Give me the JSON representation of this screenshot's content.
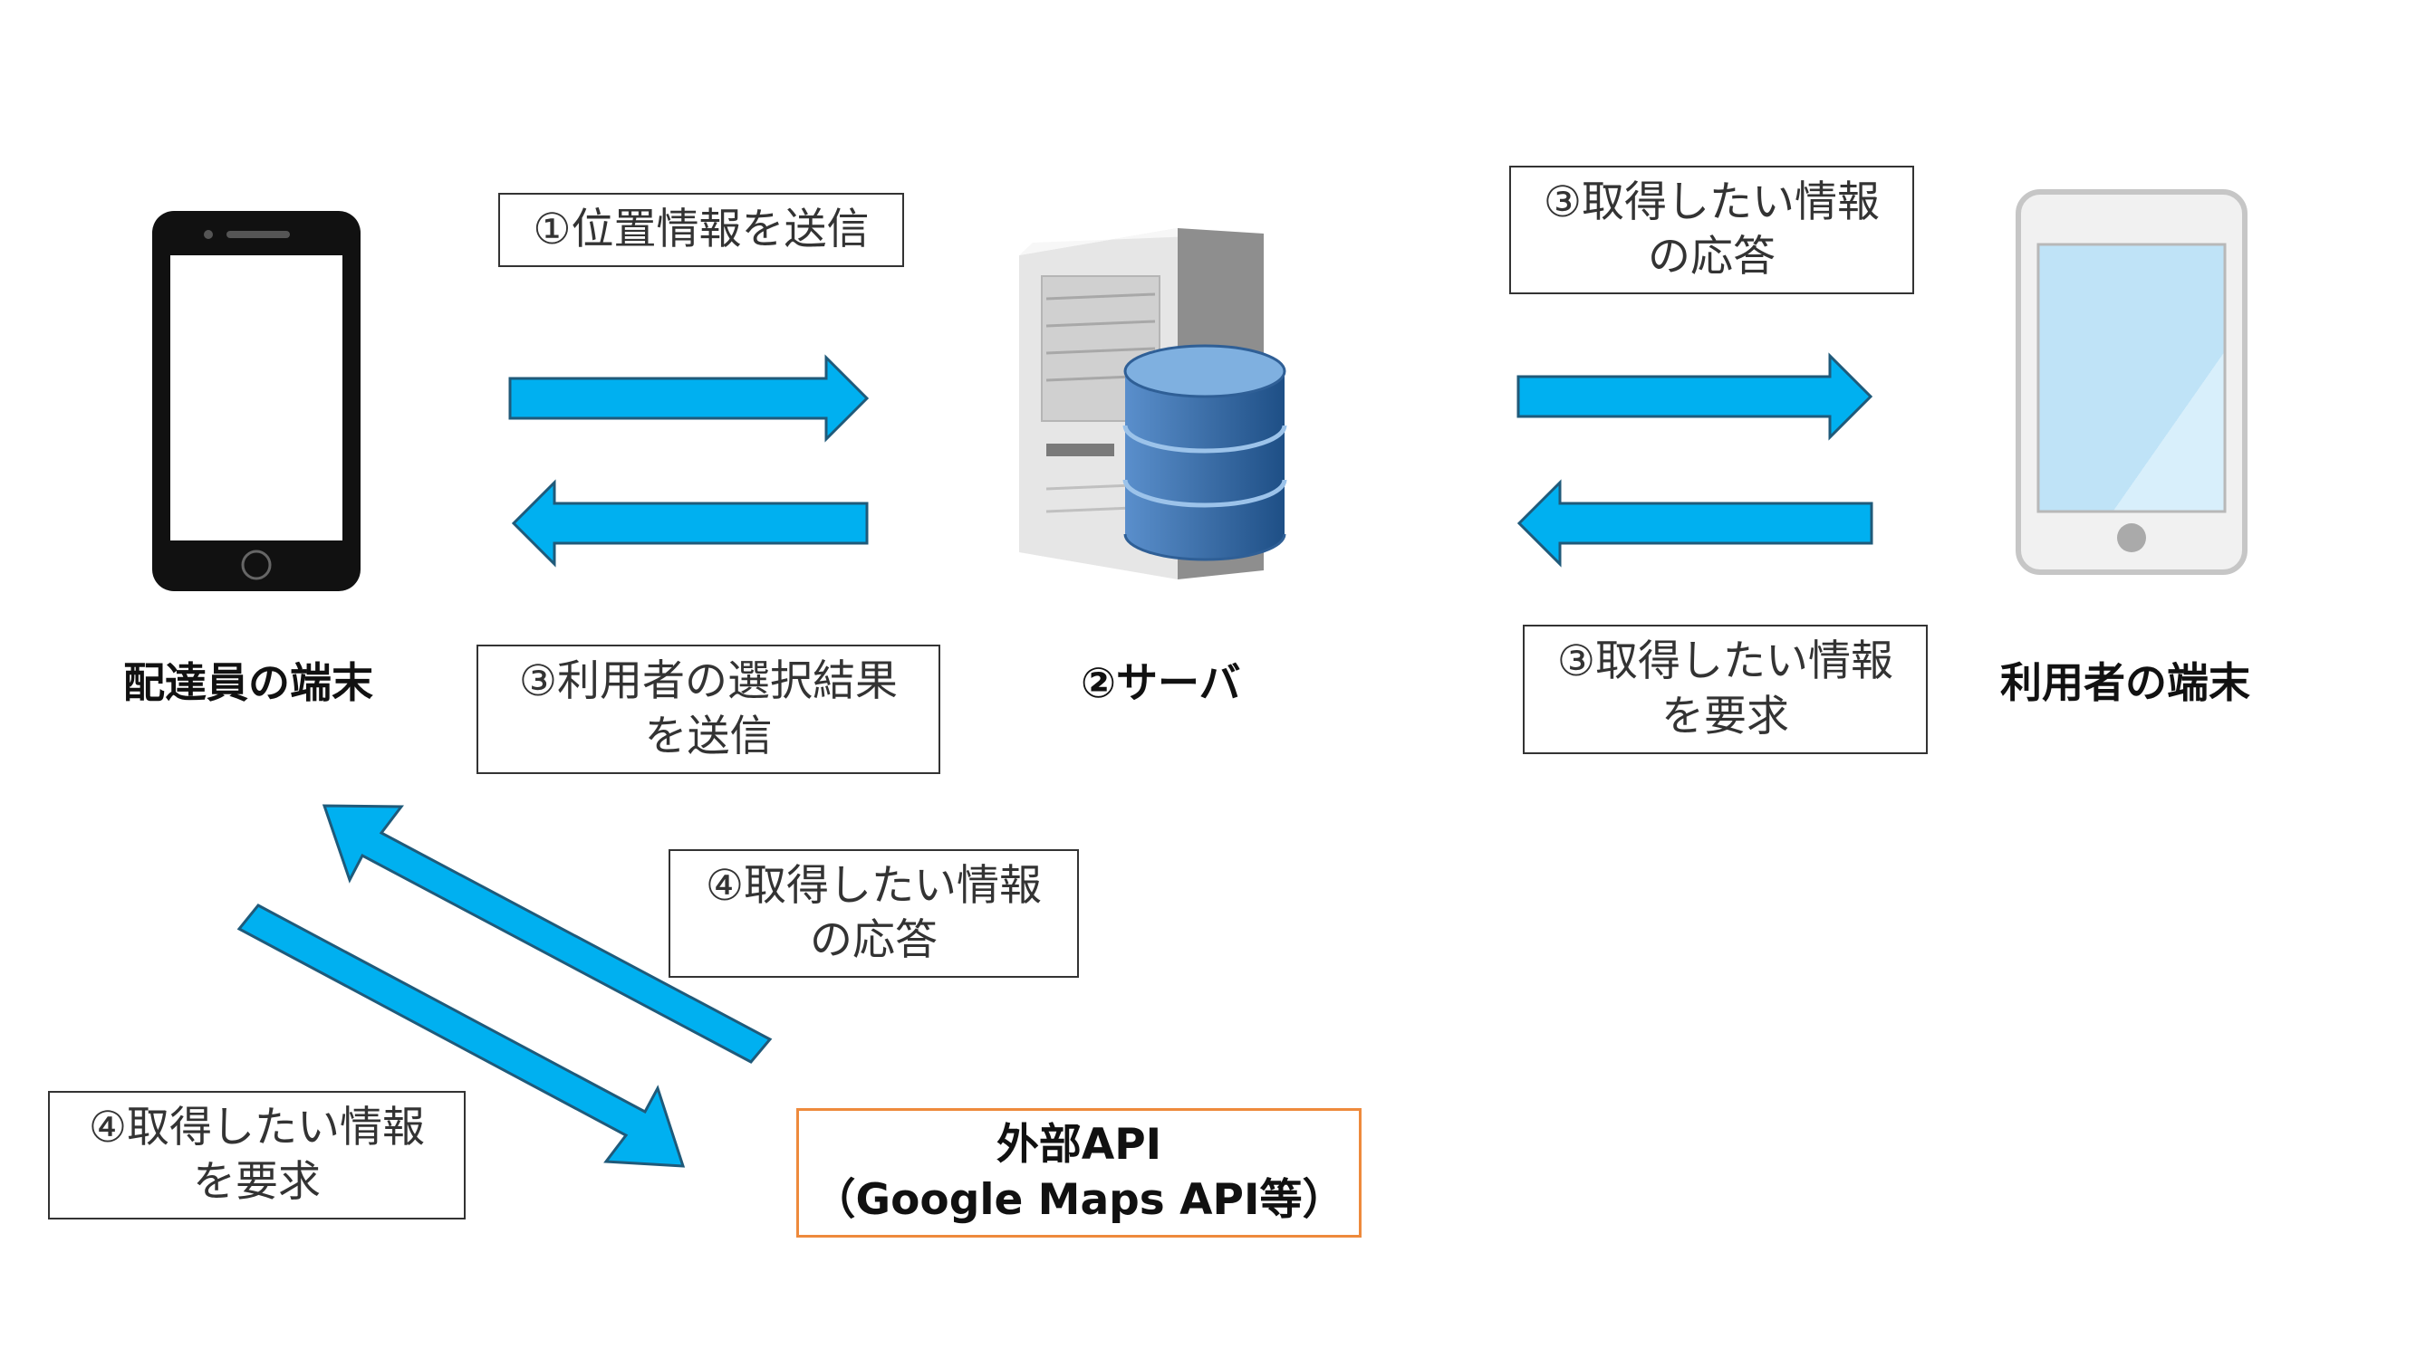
{
  "nodes": {
    "driver_device": "配達員の端末",
    "server": "②サーバ",
    "user_device": "利用者の端末",
    "external_api": {
      "line1": "外部API",
      "line2": "（Google Maps API等）"
    }
  },
  "messages": {
    "step1_send_location": {
      "line1": "①位置情報を送信"
    },
    "step3_send_selection": {
      "line1": "③利用者の選択結果",
      "line2": "を送信"
    },
    "step3_response": {
      "line1": "③取得したい情報",
      "line2": "の応答"
    },
    "step3_request": {
      "line1": "③取得したい情報",
      "line2": "を要求"
    },
    "step4_response": {
      "line1": "④取得したい情報",
      "line2": "の応答"
    },
    "step4_request": {
      "line1": "④取得したい情報",
      "line2": "を要求"
    }
  },
  "colors": {
    "arrow_fill": "#00b0f0",
    "arrow_stroke": "#1f5a7a",
    "external_border": "#ee8a3c",
    "server_db": "#4a7ab5"
  }
}
